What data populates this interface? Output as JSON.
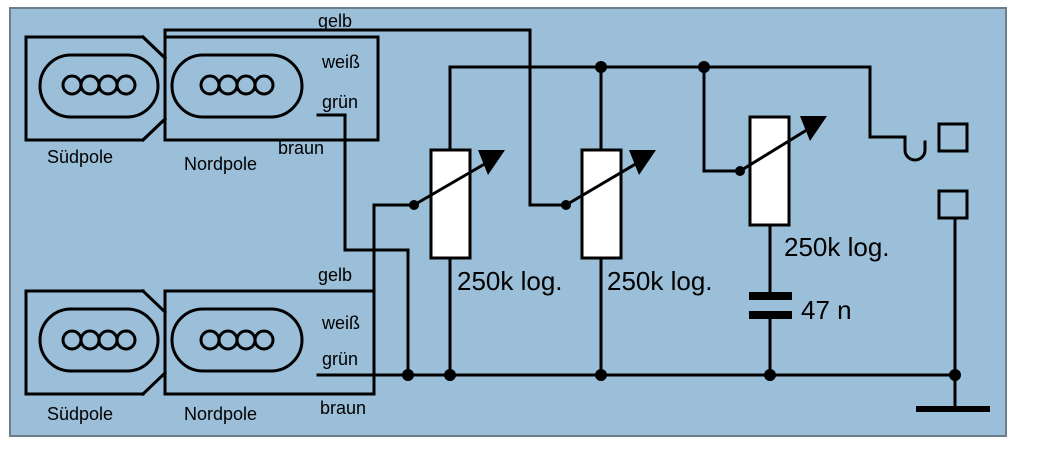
{
  "diagram": {
    "background_color": "#9bbfd8",
    "frame_color": "#6d7d89",
    "pickups": {
      "top": {
        "south_label": "Südpole",
        "north_label": "Nordpole",
        "wire_yellow": "gelb",
        "wire_white": "weiß",
        "wire_green": "grün",
        "wire_brown": "braun"
      },
      "bottom": {
        "south_label": "Südpole",
        "north_label": "Nordpole",
        "wire_yellow": "gelb",
        "wire_white": "weiß",
        "wire_green": "grün",
        "wire_brown": "braun"
      }
    },
    "pot1_label": "250k log.",
    "pot2_label": "250k log.",
    "pot3_label": "250k log.",
    "capacitor_label": "47 n"
  }
}
